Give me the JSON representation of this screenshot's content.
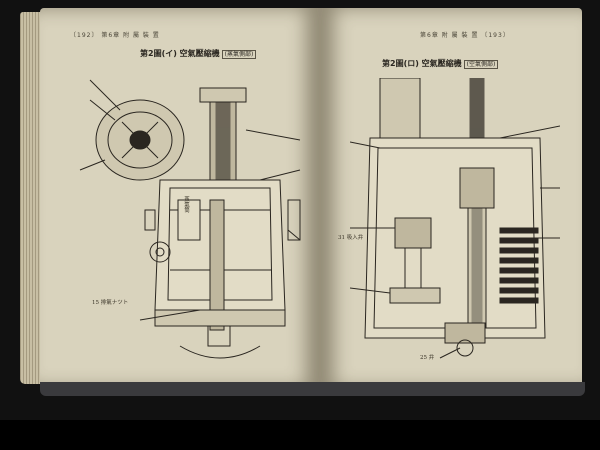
{
  "left_page": {
    "running_head": "〔192〕 第6章 附 屬 裝 置",
    "figure_title": "第2圖(イ) 空氣壓縮機",
    "figure_subtitle": "(蒸氣側部)",
    "labels": [
      "蒸氣筒",
      "15 排氣ナツト"
    ]
  },
  "right_page": {
    "running_head": "第6章 附 屬 裝 置 〔193〕",
    "figure_title": "第2圖(ロ) 空氣壓縮機",
    "figure_subtitle": "(空氣側部)",
    "labels": [
      "31 吸入弁",
      "25 弁"
    ]
  },
  "colors": {
    "page": "#d9d3bd",
    "ink": "#2a2620",
    "cover": "#3a3a3d"
  }
}
